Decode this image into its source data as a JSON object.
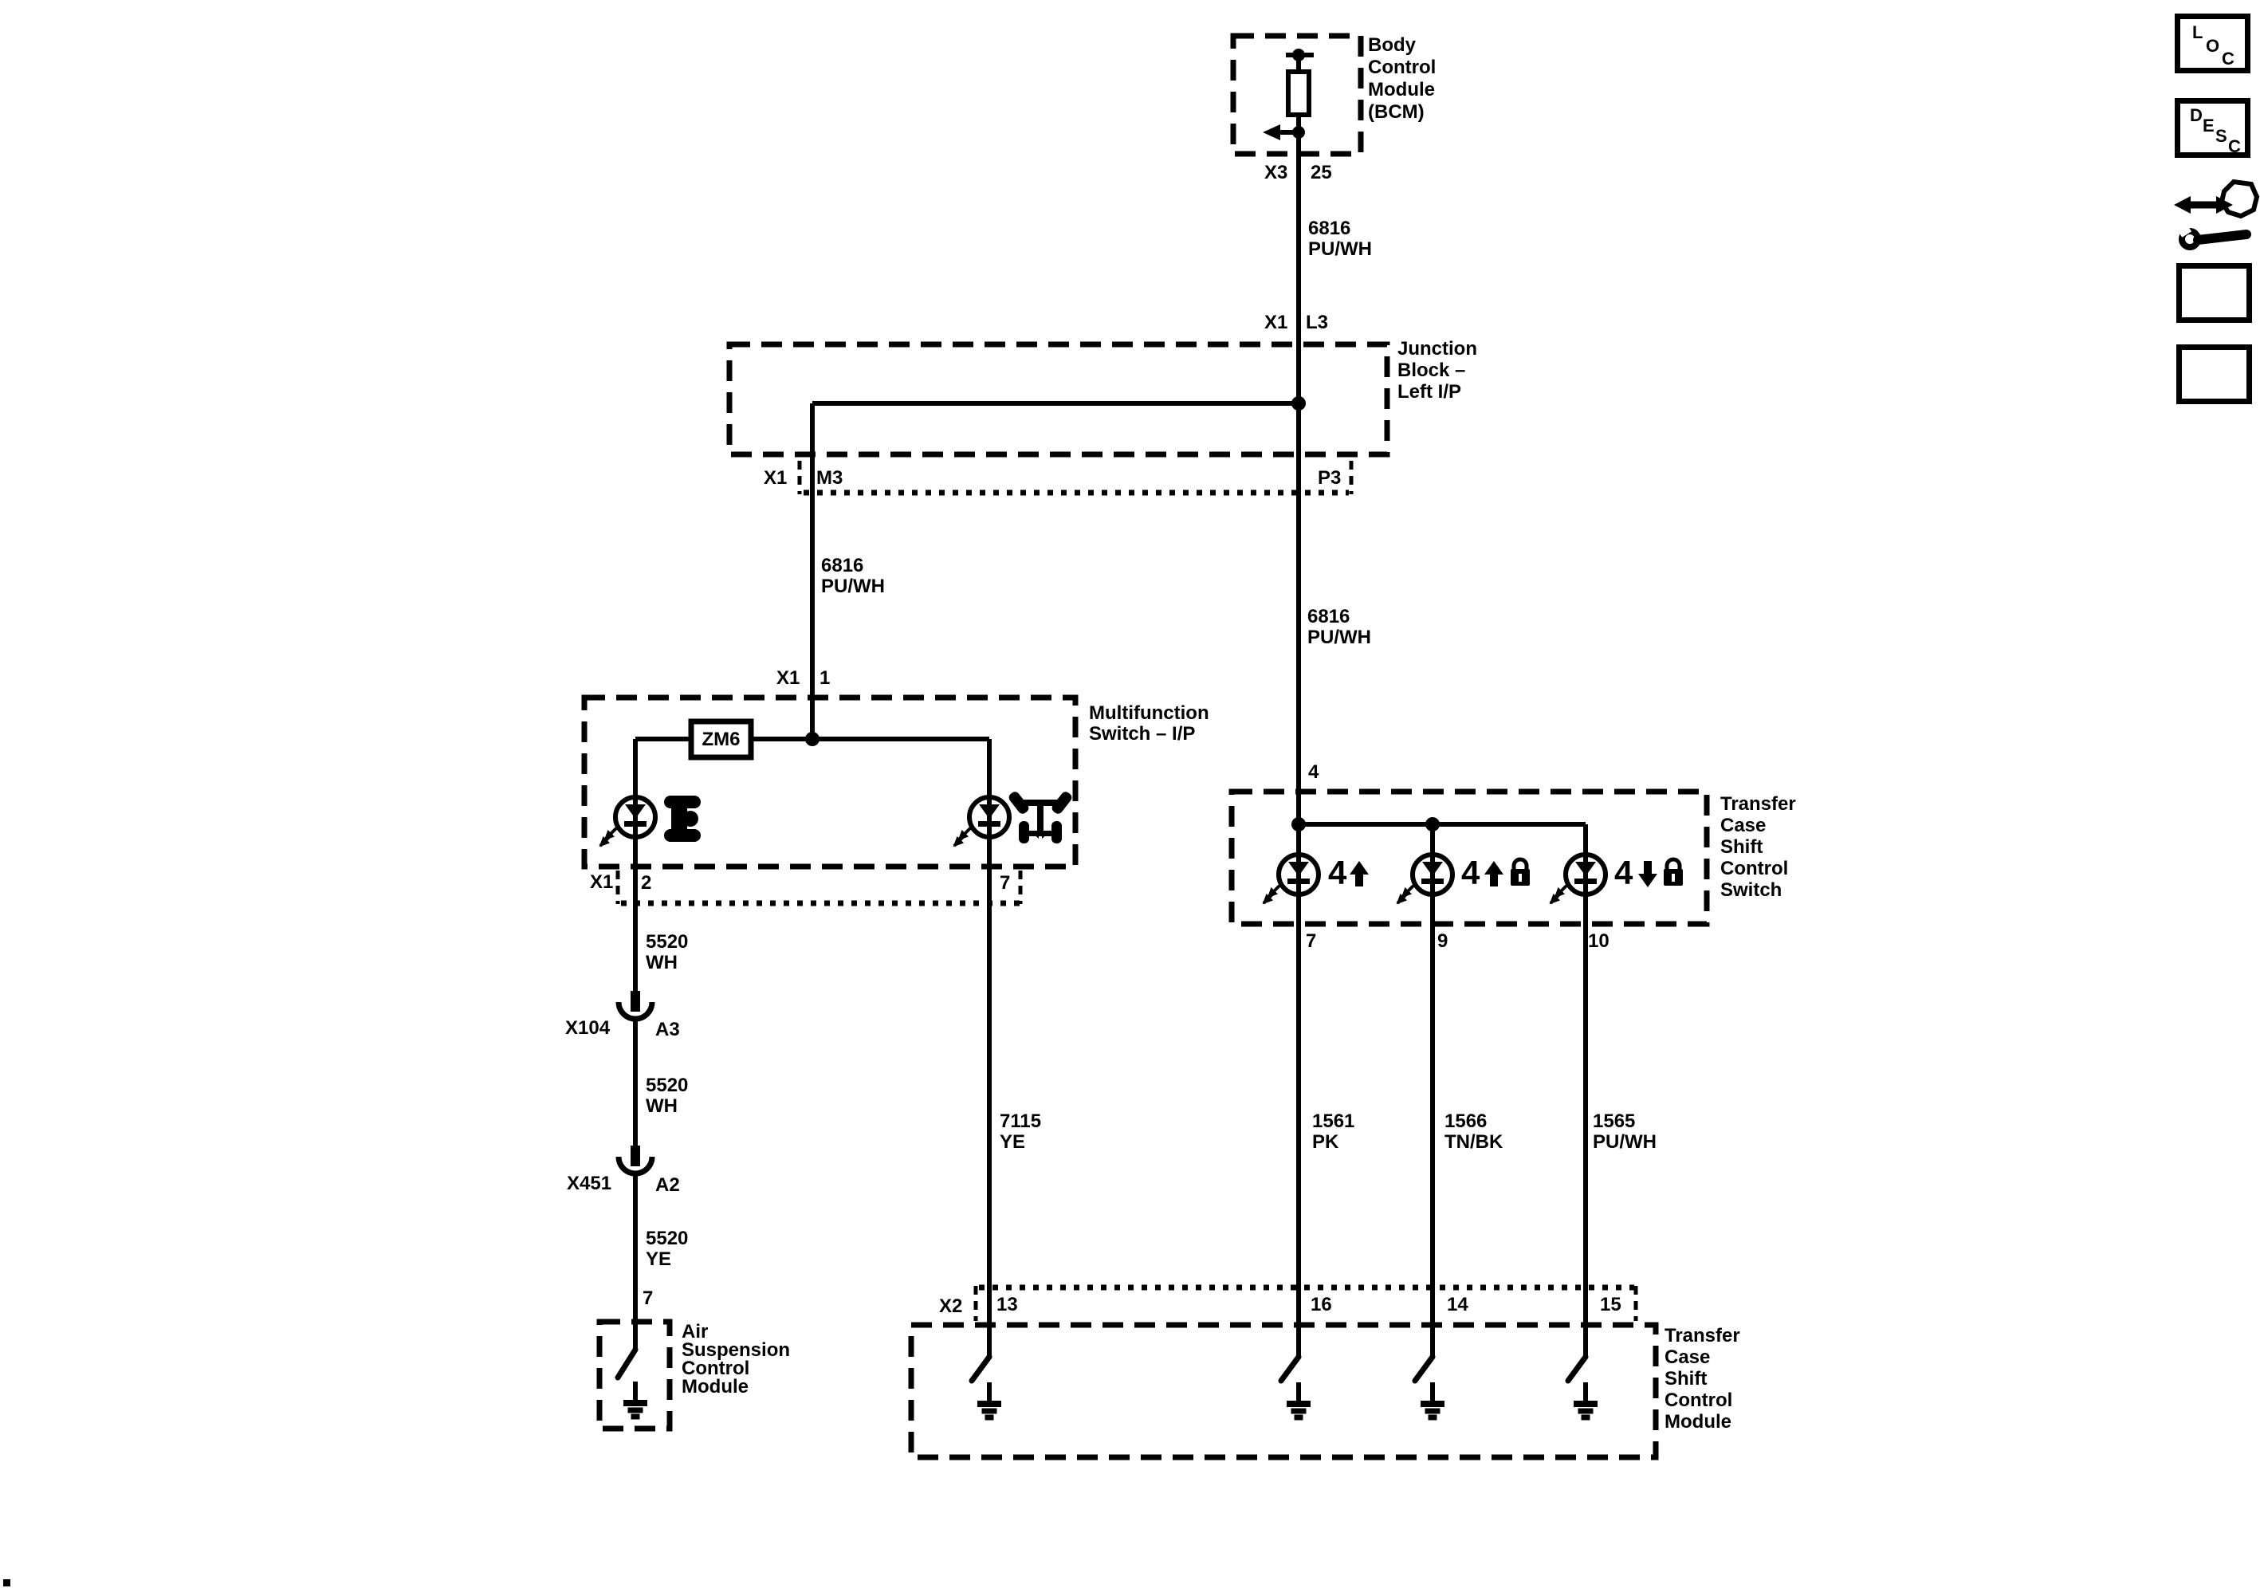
{
  "app": {
    "background": "#ffffff",
    "ink": "#000000"
  },
  "toolbar": {
    "loc_letters": [
      "L",
      "O",
      "C"
    ],
    "desc_letters": [
      "D",
      "E",
      "S",
      "C"
    ],
    "icon_names": [
      "loc-button",
      "desc-button",
      "vehicle-wrench-icon",
      "forward-arrow-button",
      "back-arrow-button"
    ]
  },
  "bcm": {
    "title": "Body\nControl\nModule\n(BCM)",
    "connector": "X3",
    "pin": "25"
  },
  "wire_bcm_jb": {
    "label": "6816\nPU/WH"
  },
  "junction_block": {
    "title": "Junction\nBlock –\nLeft I/P",
    "in_connector": "X1",
    "in_pin": "L3",
    "strip_connector": "X1",
    "out_pin_left": "M3",
    "out_pin_right": "P3"
  },
  "wire_jb_mfs": {
    "label": "6816\nPU/WH"
  },
  "wire_jb_tcs": {
    "label": "6816\nPU/WH"
  },
  "multifunction_switch": {
    "title": "Multifunction\nSwitch – I/P",
    "in_connector": "X1",
    "in_pin": "1",
    "resistor": "ZM6",
    "strip_connector": "X1",
    "out_pin_left": "2",
    "out_pin_right": "7"
  },
  "wire_mfs_x104": {
    "label": "5520\nWH"
  },
  "connector_x104": {
    "name": "X104",
    "pin": "A3"
  },
  "wire_x104_x451": {
    "label": "5520\nWH"
  },
  "connector_x451": {
    "name": "X451",
    "pin": "A2"
  },
  "wire_x451_asm": {
    "label": "5520\nYE"
  },
  "air_suspension_module": {
    "pin": "7",
    "title": "Air\nSuspension\nControl\nModule"
  },
  "transfer_case_switch": {
    "title": "Transfer\nCase\nShift\nControl\nSwitch",
    "in_pin": "4",
    "leds": [
      {
        "label": "4",
        "direction": "up",
        "lock": false,
        "pin": "7"
      },
      {
        "label": "4",
        "direction": "up",
        "lock": true,
        "pin": "9"
      },
      {
        "label": "4",
        "direction": "down",
        "lock": true,
        "pin": "10"
      }
    ]
  },
  "wire_mfs_tcm": {
    "label": "7115\nYE"
  },
  "wire_tcs7_tcm": {
    "label": "1561\nPK"
  },
  "wire_tcs9_tcm": {
    "label": "1566\nTN/BK"
  },
  "wire_tcs10_tcm": {
    "label": "1565\nPU/WH"
  },
  "transfer_case_module": {
    "strip_connector": "X2",
    "pins": [
      "13",
      "16",
      "14",
      "15"
    ],
    "title": "Transfer\nCase\nShift\nControl\nModule"
  }
}
